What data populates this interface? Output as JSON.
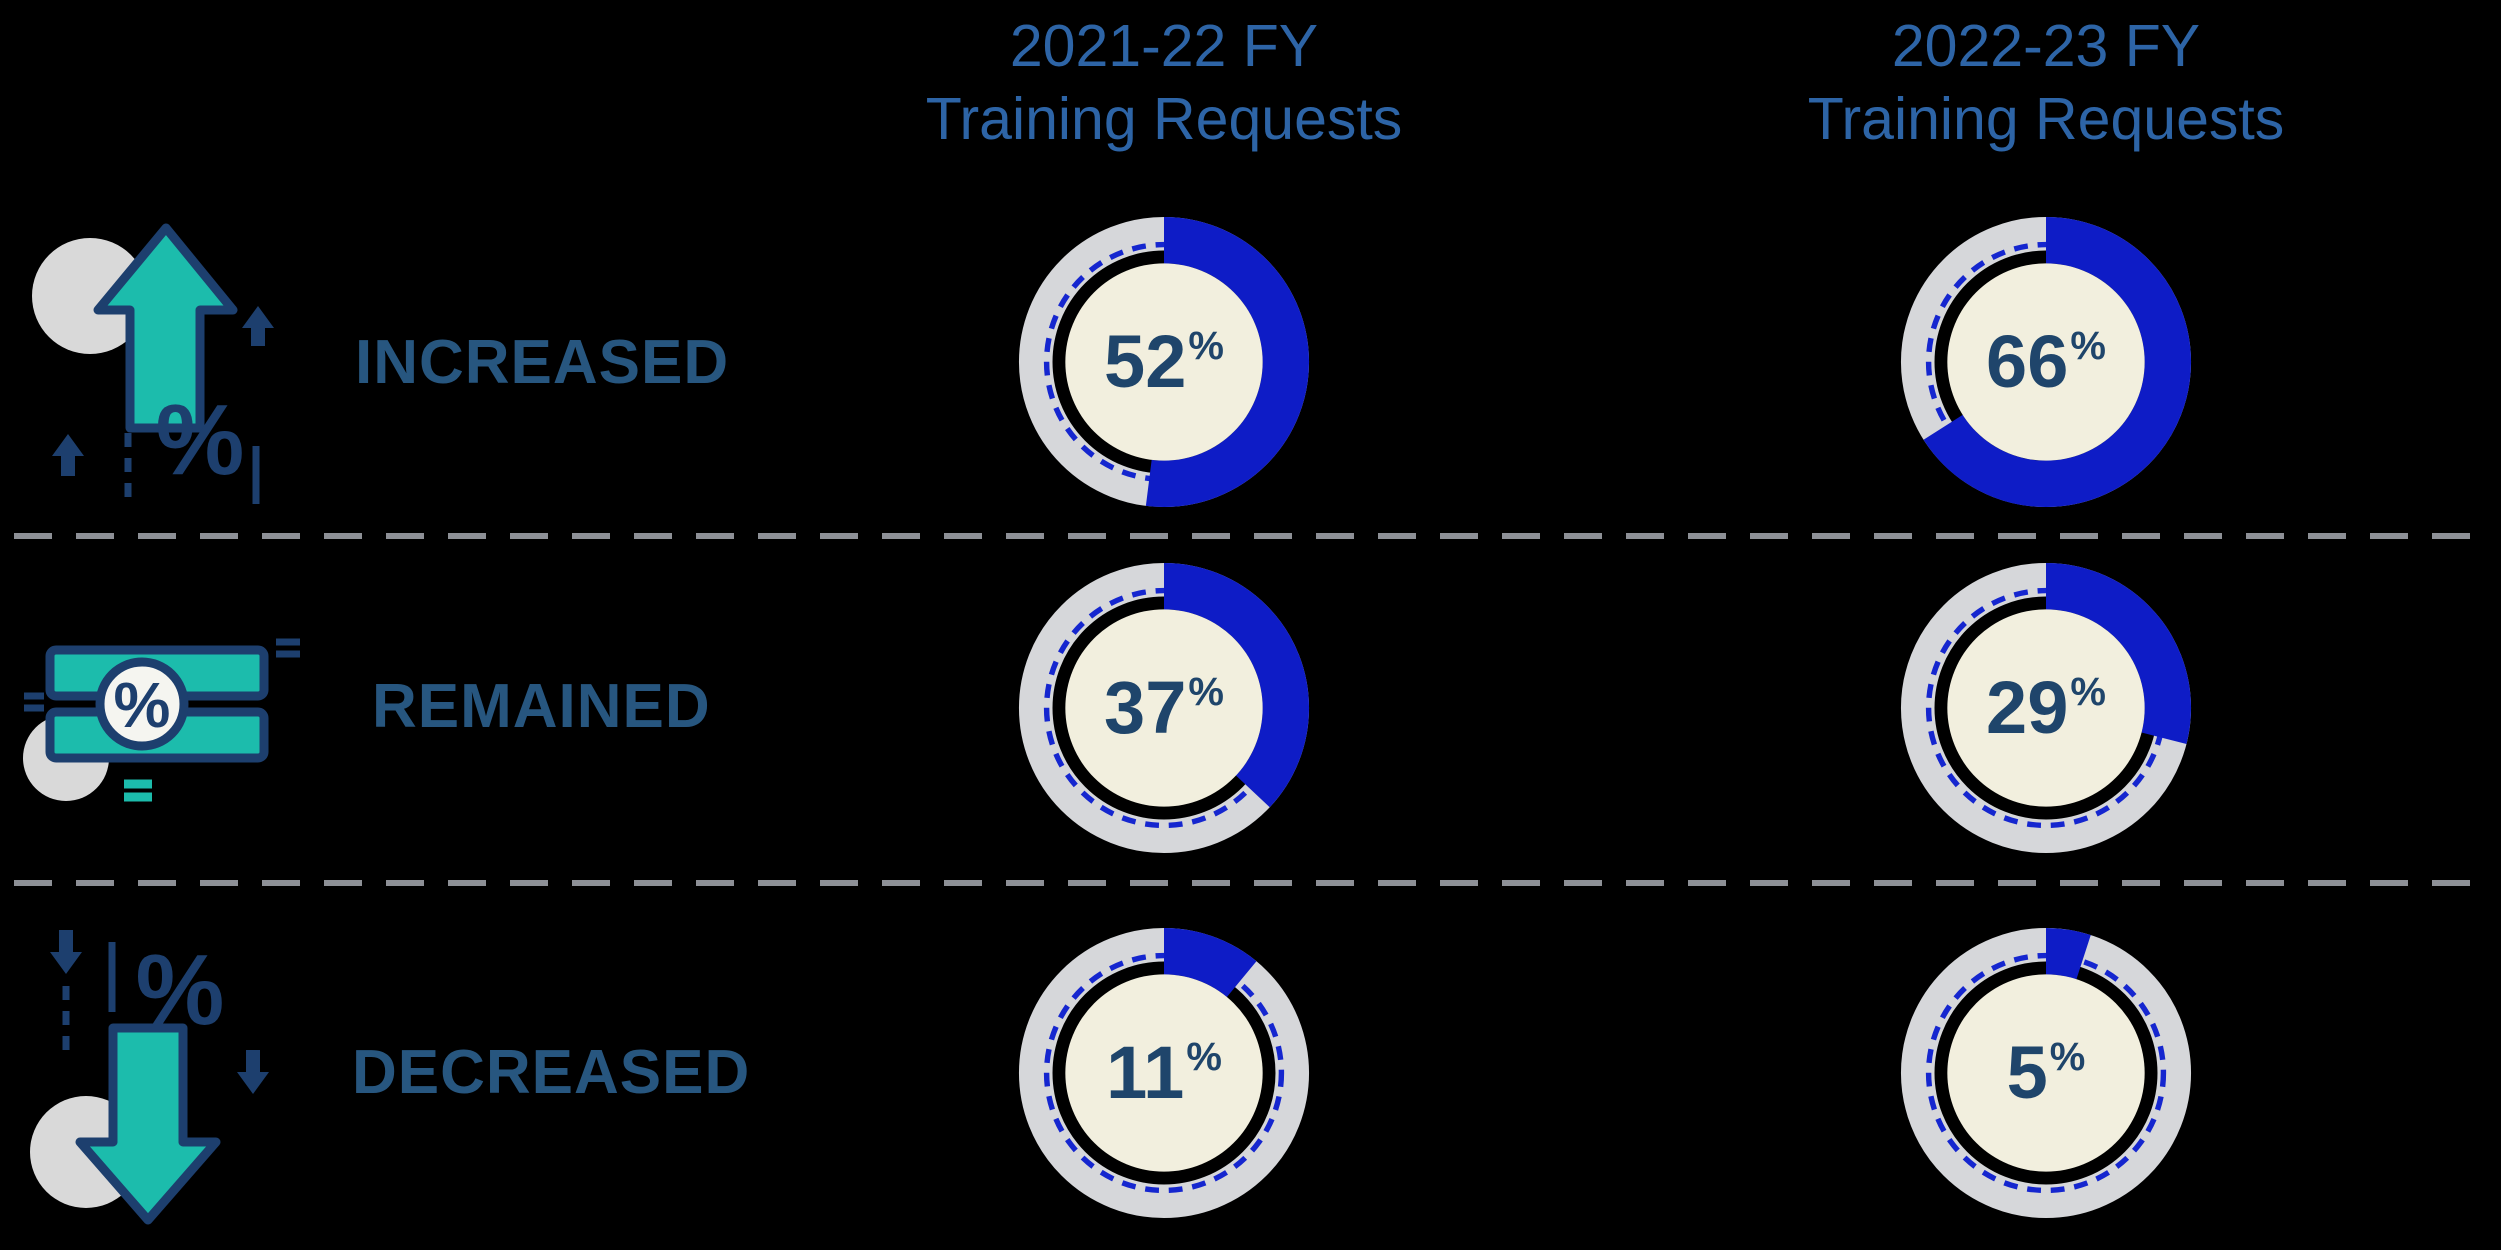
{
  "page": {
    "background": "#000000"
  },
  "columns": [
    {
      "title_line1": "2021-22 FY",
      "title_line2": "Training Requests"
    },
    {
      "title_line1": "2022-23 FY",
      "title_line2": "Training Requests"
    }
  ],
  "rows": [
    {
      "label": "INCREASED",
      "values": [
        52,
        66
      ]
    },
    {
      "label": "REMAINED",
      "values": [
        37,
        29
      ]
    },
    {
      "label": "DECREASED",
      "values": [
        11,
        5
      ]
    }
  ],
  "unit": "%",
  "icons": {
    "percent_glyph": "%"
  },
  "colors": {
    "page_bg": "#000000",
    "donut_fill": "#0e1cc6",
    "donut_dash": "#1526cf",
    "ring_gray": "#d6d7da",
    "center_cream": "#f2efde",
    "title_blue": "#2d64a6",
    "label_blue": "#27567f",
    "pct_navy": "#1f456b",
    "icon_teal": "#1cbcac",
    "icon_navy": "#1d3f6e",
    "icon_gray": "#d9d9d9",
    "separator_gray": "#8d9096"
  },
  "chart_data": {
    "type": "pie",
    "subtype": "donut_grid",
    "title": "",
    "unit": "%",
    "categories": [
      "INCREASED",
      "REMAINED",
      "DECREASED"
    ],
    "series": [
      {
        "name": "2021-22 FY Training Requests",
        "values": [
          52,
          37,
          11
        ]
      },
      {
        "name": "2022-23 FY Training Requests",
        "values": [
          66,
          29,
          5
        ]
      }
    ],
    "donut_start_angle_deg": 0,
    "donut_direction": "clockwise",
    "legend_position": "none",
    "grid": false
  }
}
